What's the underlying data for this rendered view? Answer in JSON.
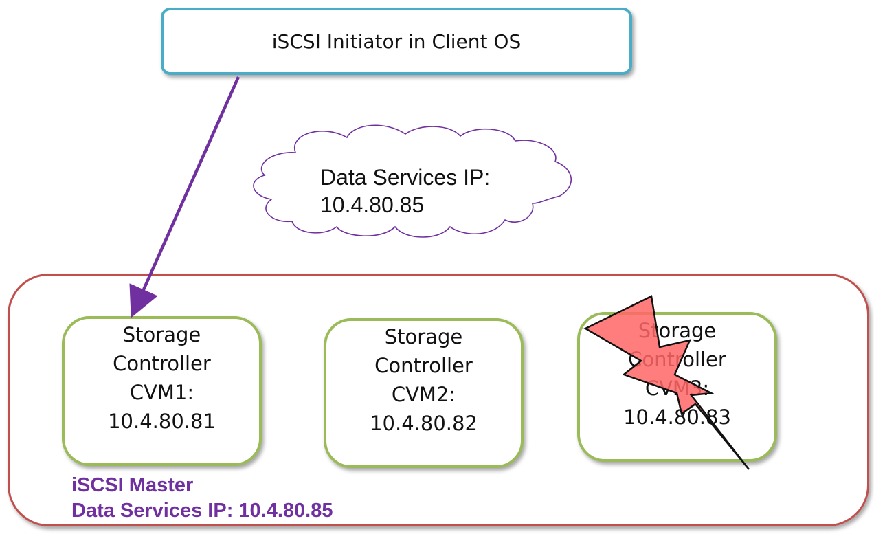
{
  "client": {
    "label": "iSCSI Initiator in Client OS"
  },
  "cloud": {
    "line1": "Data Services IP:",
    "line2": "10.4.80.85"
  },
  "controllers": [
    {
      "line1": "Storage",
      "line2": "Controller",
      "line3": "CVM1:",
      "ip": "10.4.80.81"
    },
    {
      "line1": "Storage",
      "line2": "Controller",
      "line3": "CVM2:",
      "ip": "10.4.80.82"
    },
    {
      "line1": "Storage",
      "line2": "Controller",
      "line3": "CVM3:",
      "ip": "10.4.80.83"
    }
  ],
  "master": {
    "line1": "iSCSI Master",
    "line2": "Data Services IP: 10.4.80.85"
  },
  "colors": {
    "client_border": "#4aacc6",
    "cluster_border": "#c0504d",
    "cvm_border": "#9bbb59",
    "arrow": "#7030a0",
    "cloud_stroke": "#7030a0",
    "lightning_fill": "#ff6666"
  }
}
